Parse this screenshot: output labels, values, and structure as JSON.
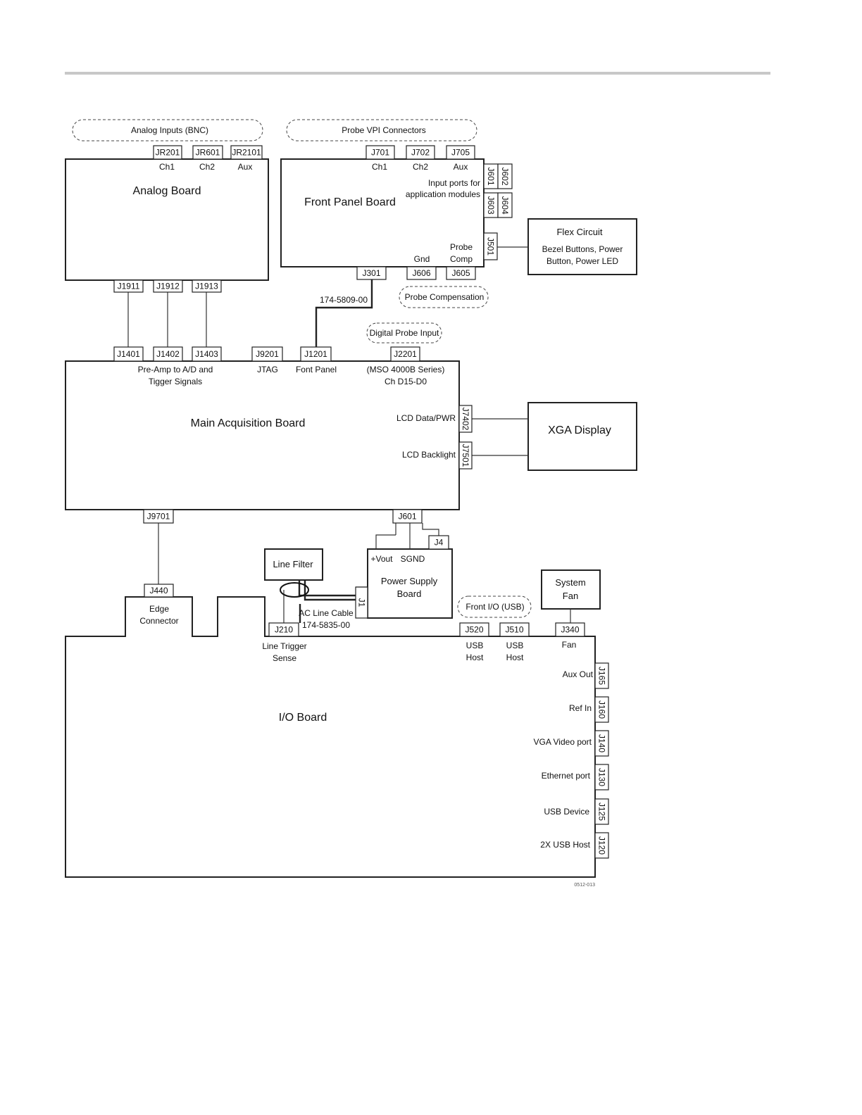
{
  "groups": {
    "analog_inputs": "Analog Inputs (BNC)",
    "probe_vpi": "Probe VPI Connectors",
    "probe_compensation": "Probe Compensation",
    "digital_probe_input": "Digital Probe Input",
    "front_io": "Front I/O (USB)"
  },
  "boards": {
    "analog": "Analog Board",
    "front_panel": "Front Panel Board",
    "main": "Main Acquisition Board",
    "io": "I/O Board",
    "flex_title": "Flex Circuit",
    "flex_desc_1": "Bezel Buttons, Power",
    "flex_desc_2": "Button, Power LED",
    "xga": "XGA Display",
    "psu_1": "Power Supply",
    "psu_2": "Board",
    "line_filter": "Line Filter",
    "fan_1": "System",
    "fan_2": "Fan"
  },
  "connectors": {
    "jr201": "JR201",
    "jr601": "JR601",
    "jr2101": "JR2101",
    "j701": "J701",
    "j702": "J702",
    "j705": "J705",
    "j601_fp": "J601",
    "j602": "J602",
    "j603": "J603",
    "j604": "J604",
    "j501": "J501",
    "j301": "J301",
    "j606": "J606",
    "j605": "J605",
    "j1911": "J1911",
    "j1912": "J1912",
    "j1913": "J1913",
    "j1401": "J1401",
    "j1402": "J1402",
    "j1403": "J1403",
    "j9201": "J9201",
    "j1201": "J1201",
    "j2201": "J2201",
    "j7402": "J7402",
    "j7501": "J7501",
    "j9701": "J9701",
    "j601_main": "J601",
    "j4": "J4",
    "j1": "J1",
    "j440": "J440",
    "j210": "J210",
    "j520": "J520",
    "j510": "J510",
    "j340": "J340",
    "j165": "J165",
    "j160": "J160",
    "j140": "J140",
    "j130": "J130",
    "j125": "J125",
    "j120": "J120"
  },
  "labels": {
    "ch1": "Ch1",
    "ch2": "Ch2",
    "aux": "Aux",
    "input_ports_1": "Input ports for",
    "input_ports_2": "application modules",
    "probe": "Probe",
    "comp": "Comp",
    "gnd": "Gnd",
    "cable_fp": "174-5809-00",
    "preamp_1": "Pre-Amp to A/D and",
    "preamp_2": "Tigger Signals",
    "jtag": "JTAG",
    "font_panel": "Font Panel",
    "mso_1": "(MSO 4000B Series)",
    "mso_2": "Ch D15-D0",
    "lcd_data": "LCD Data/PWR",
    "lcd_backlight": "LCD Backlight",
    "vout": "+Vout",
    "sgnd": "SGND",
    "ac_cable_1": "AC Line Cable",
    "ac_cable_2": "174-5835-00",
    "edge_1": "Edge",
    "edge_2": "Connector",
    "line_trigger_1": "Line Trigger",
    "line_trigger_2": "Sense",
    "usb": "USB",
    "host": "Host",
    "fan": "Fan",
    "aux_out": "Aux Out",
    "ref_in": "Ref In",
    "vga": "VGA Video port",
    "ethernet": "Ethernet port",
    "usb_device": "USB Device",
    "usb_2x": "2X USB Host",
    "figure_id": "0512-013"
  }
}
